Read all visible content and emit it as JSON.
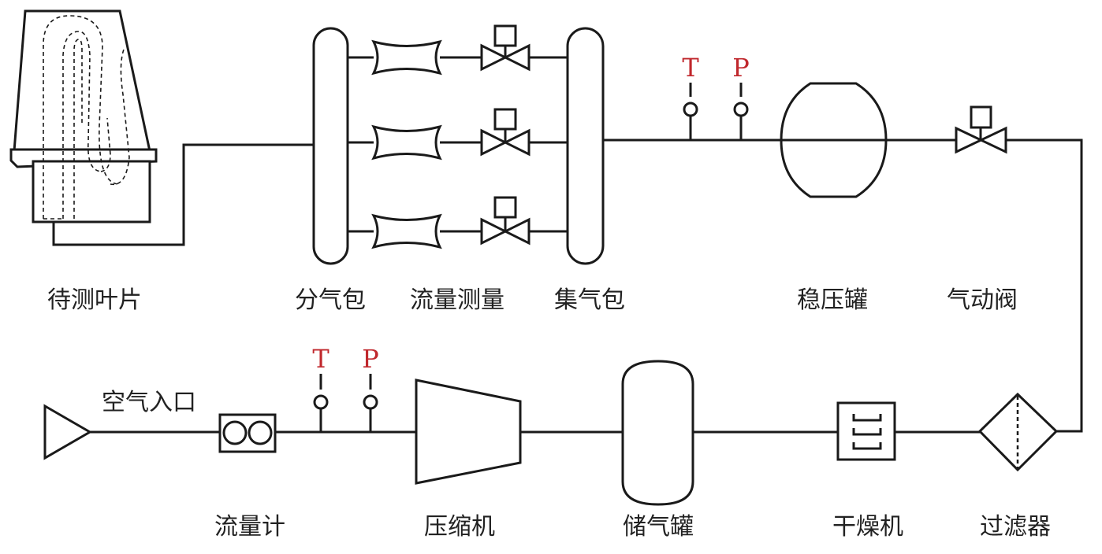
{
  "labels": {
    "blade": "待测叶片",
    "distributor": "分气包",
    "flow_measure": "流量测量",
    "collector": "集气包",
    "surge_tank": "稳压罐",
    "pneumatic_valve": "气动阀",
    "air_inlet": "空气入口",
    "flowmeter": "流量计",
    "compressor": "压缩机",
    "storage_tank": "储气罐",
    "dryer": "干燥机",
    "filter": "过滤器"
  },
  "sensors": {
    "temperature": "T",
    "pressure": "P"
  },
  "colors": {
    "line": "#1a1a1a",
    "sensor_letter": "#c0282d",
    "label_text": "#222222"
  }
}
